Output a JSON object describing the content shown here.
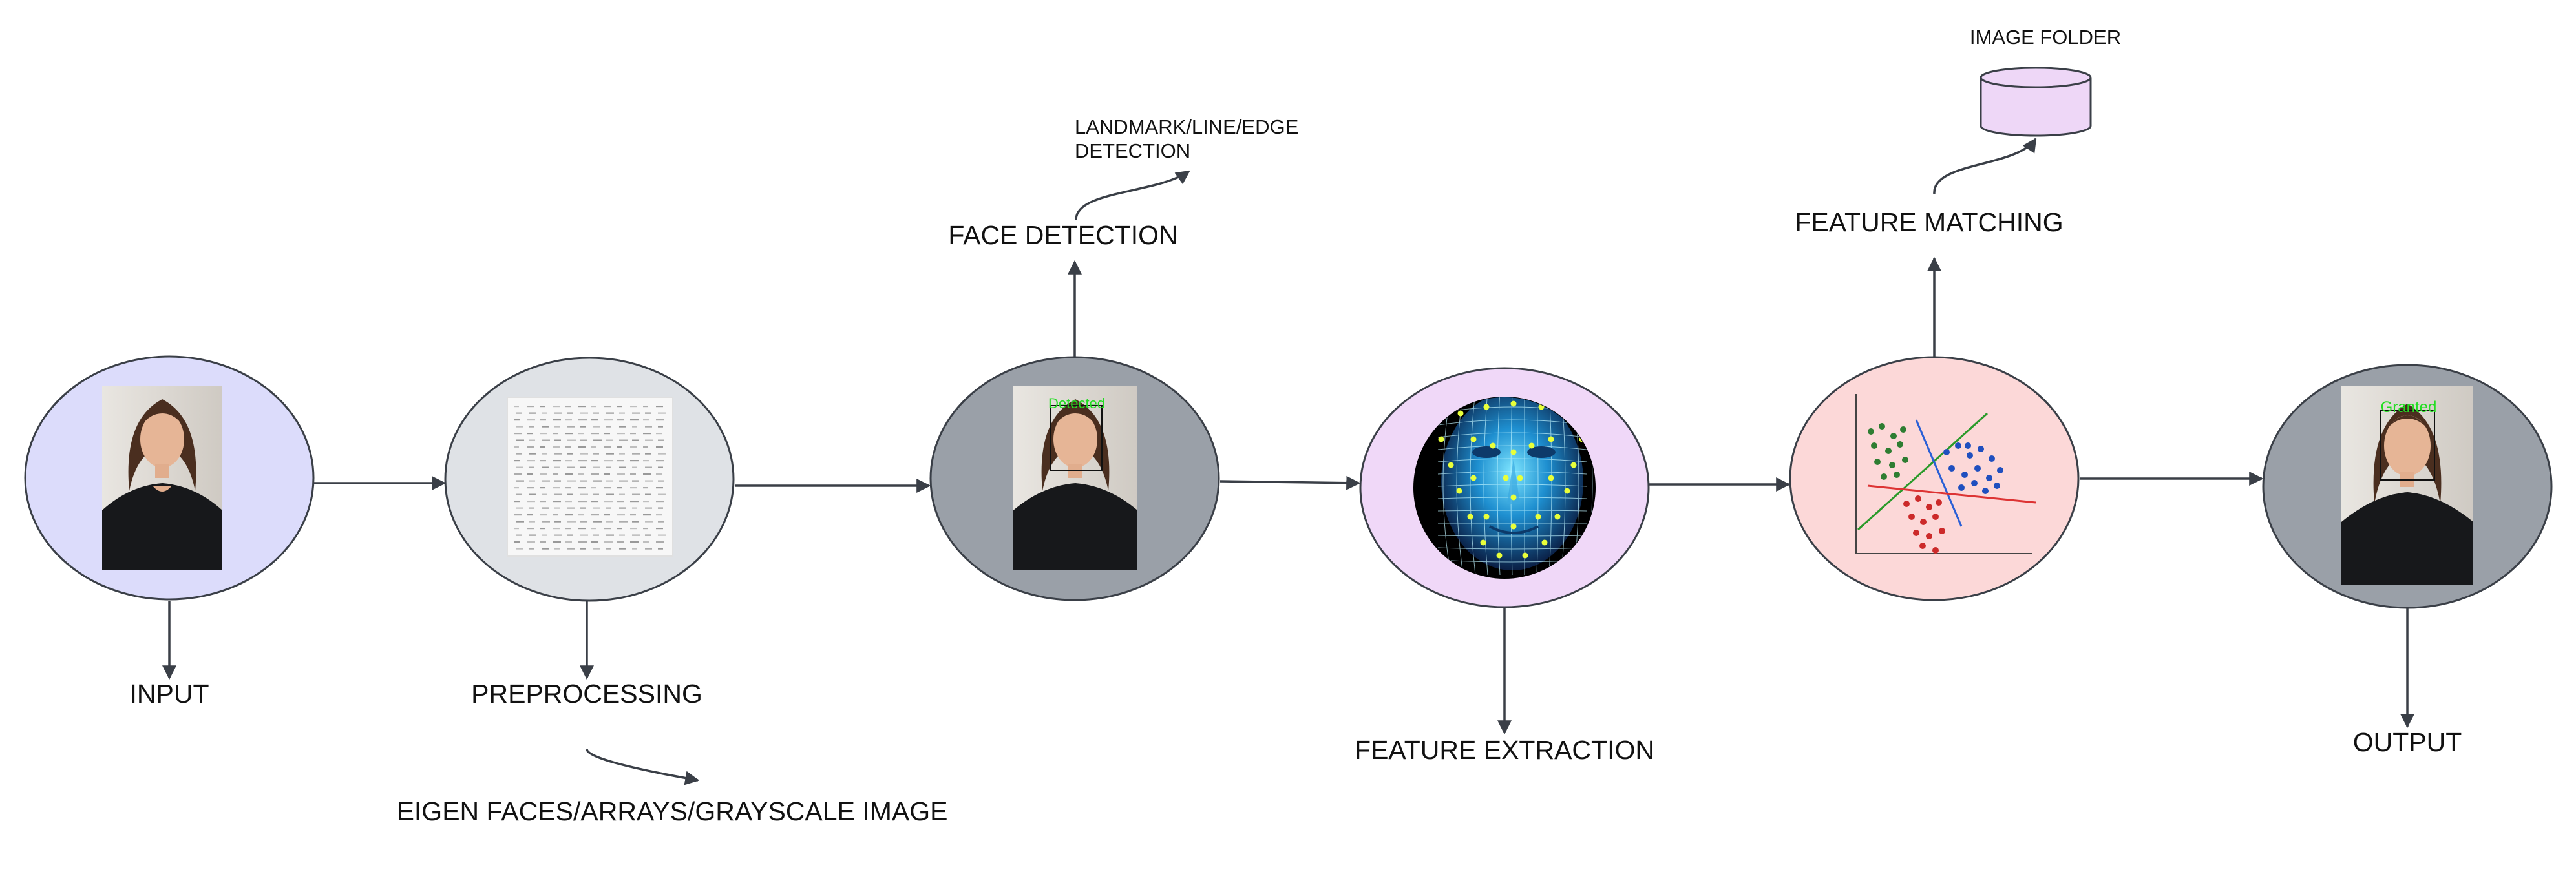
{
  "diagram": {
    "stages": {
      "input": "INPUT",
      "preprocessing": "PREPROCESSING",
      "face_detection": "FACE DETECTION",
      "feature_extraction": "FEATURE EXTRACTION",
      "feature_matching": "FEATURE MATCHING",
      "output": "OUTPUT"
    },
    "notes": {
      "eigen": "EIGEN FACES/ARRAYS/GRAYSCALE IMAGE",
      "landmark_line1": "LANDMARK/LINE/EDGE",
      "landmark_line2": "DETECTION",
      "image_folder": "IMAGE FOLDER"
    },
    "overlays": {
      "detected": "Detected",
      "granted": "Granted"
    },
    "colors": {
      "input_node": "#dcdcfb",
      "preprocessing_node": "#dfe2e6",
      "detection_node": "#9aa0a8",
      "extraction_node": "#f0d8f8",
      "matching_node": "#fcd8d8",
      "output_node": "#9aa0a8",
      "database": "#eed7f7",
      "overlay_text": "#22dd22"
    }
  }
}
